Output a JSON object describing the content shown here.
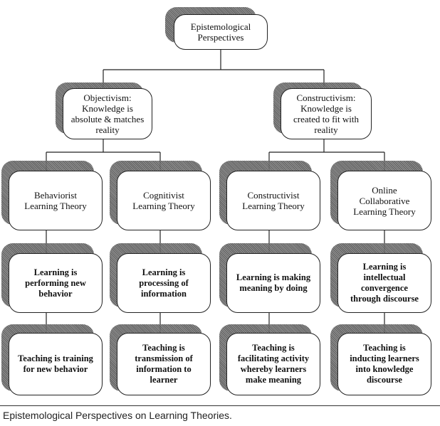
{
  "diagram": {
    "root": {
      "label": "Epistemological\nPerspectives"
    },
    "level1": [
      {
        "label": "Objectivism:\nKnowledge is\nabsolute & matches\nreality"
      },
      {
        "label": "Constructivism:\nKnowledge is\ncreated to fit with\nreality"
      }
    ],
    "theories": [
      {
        "label": "Behaviorist\nLearning Theory"
      },
      {
        "label": "Cognitivist\nLearning Theory"
      },
      {
        "label": "Constructivist\nLearning Theory"
      },
      {
        "label": "Online\nCollaborative\nLearning Theory"
      }
    ],
    "learning": [
      {
        "label": "Learning is\nperforming new\nbehavior"
      },
      {
        "label": "Learning is\nprocessing of\ninformation"
      },
      {
        "label": "Learning is making\nmeaning by doing"
      },
      {
        "label": "Learning is\nintellectual\nconvergence\nthrough discourse"
      }
    ],
    "teaching": [
      {
        "label": "Teaching is training\nfor new behavior"
      },
      {
        "label": "Teaching is\ntransmission of\ninformation to\nlearner"
      },
      {
        "label": "Teaching is\nfacilitating activity\nwhereby learners\nmake meaning"
      },
      {
        "label": "Teaching is\ninducting learners\ninto knowledge\ndiscourse"
      }
    ]
  },
  "caption": "Epistemological Perspectives on Learning Theories."
}
